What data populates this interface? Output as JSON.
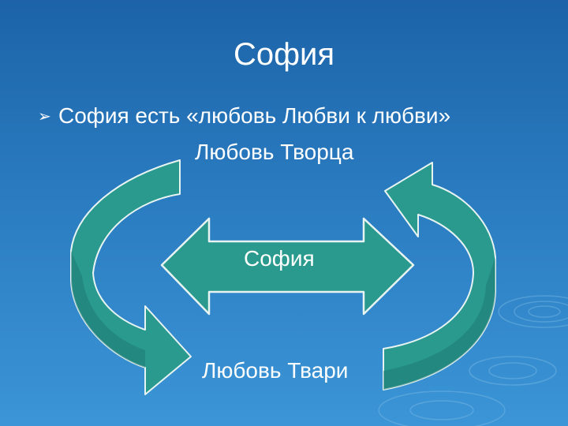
{
  "slide": {
    "title": "София",
    "bullet_marker": "➢",
    "bullet_text": "София есть «любовь Любви к любви»",
    "label_top": "Любовь Творца",
    "label_center": "София",
    "label_bottom": "Любовь Твари"
  },
  "colors": {
    "background_top": "#1c63a8",
    "background_bottom": "#3b95d6",
    "arrow_fill": "#2a9a8e",
    "arrow_shade": "#1e7a72",
    "arrow_stroke": "#e8f4f2"
  }
}
